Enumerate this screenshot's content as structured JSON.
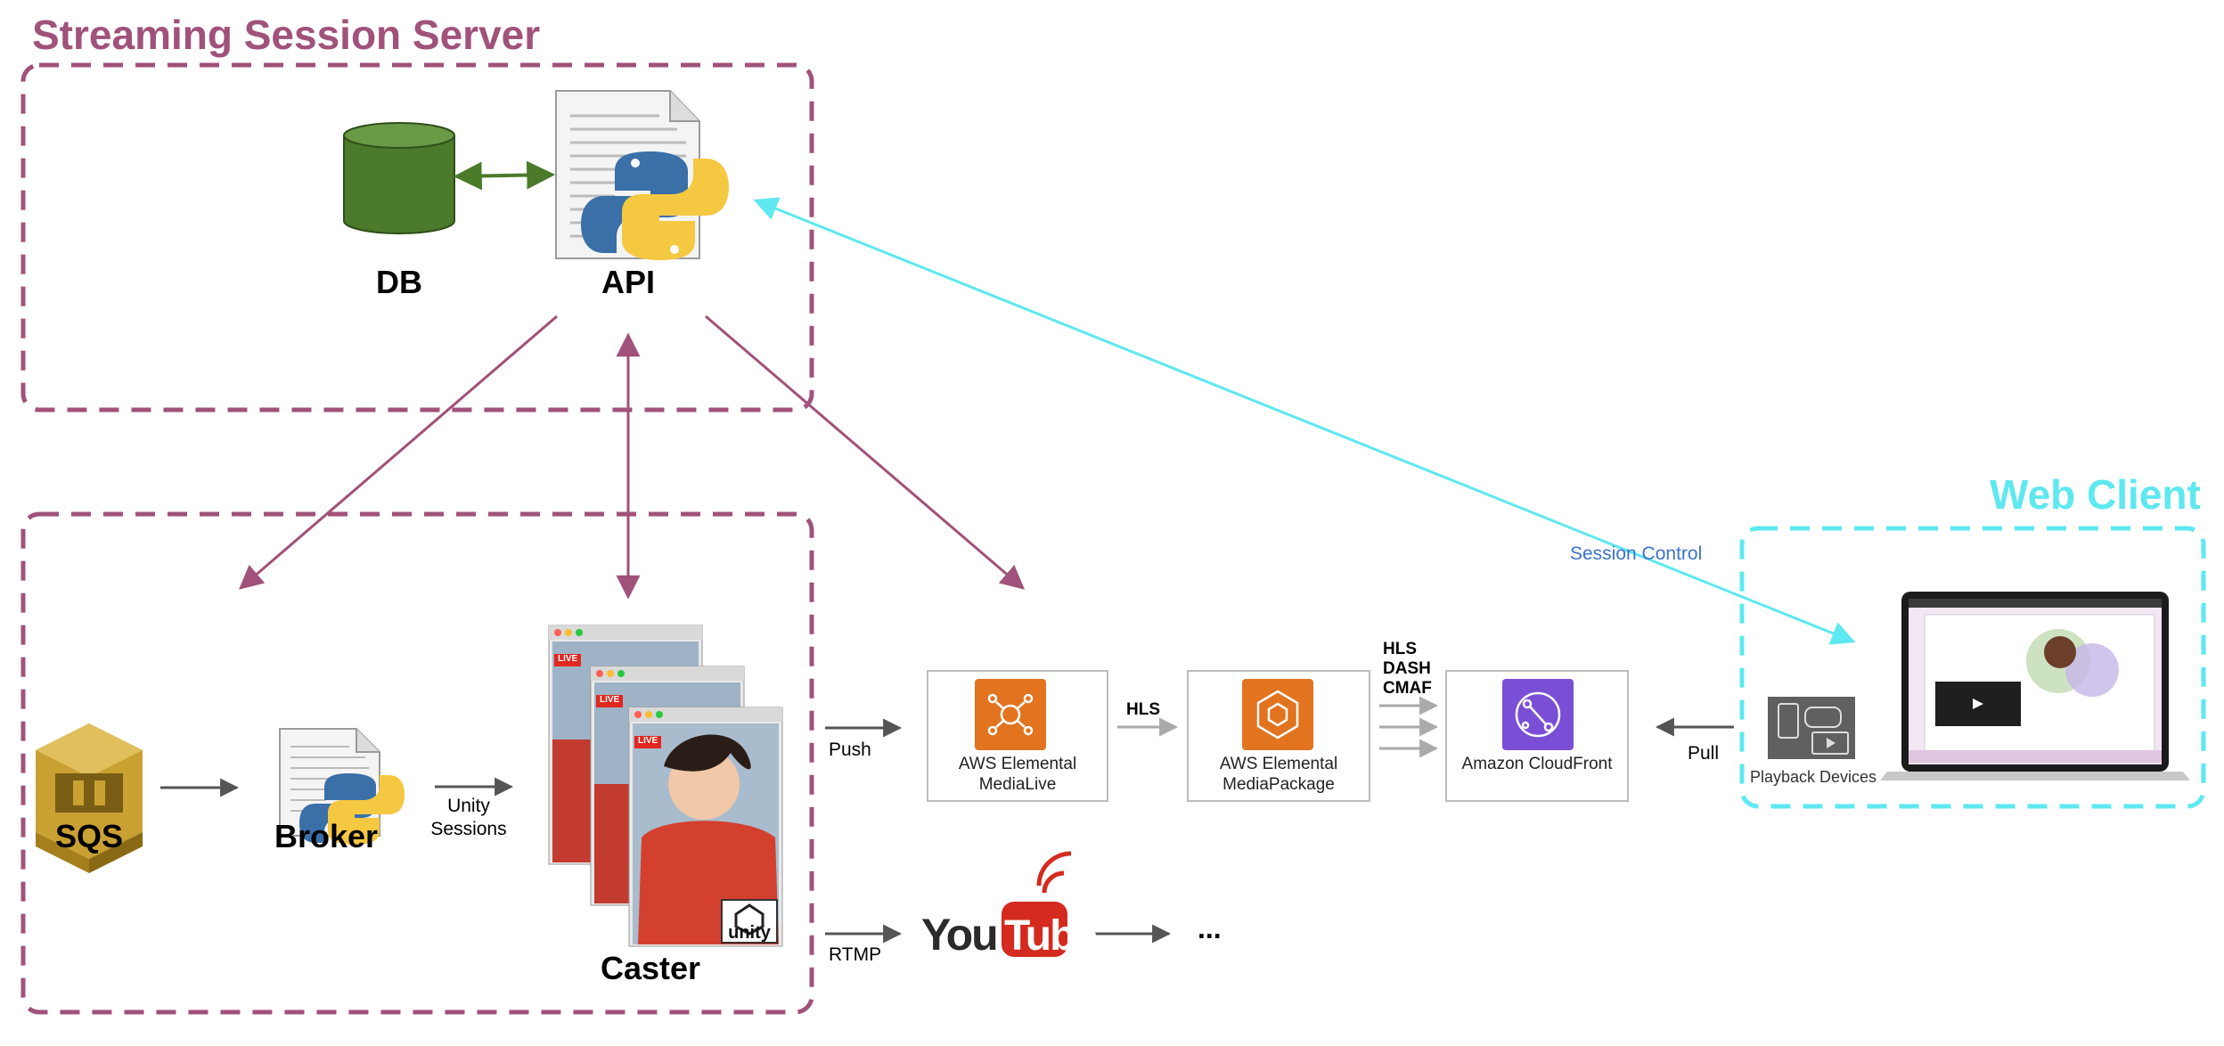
{
  "groups": {
    "server": {
      "title": "Streaming Session Server"
    },
    "web": {
      "title": "Web Client"
    }
  },
  "nodes": {
    "db": "DB",
    "api": "API",
    "sqs": "SQS",
    "broker": "Broker",
    "caster": "Caster",
    "medialive": "AWS Elemental\nMediaLive",
    "mediapackage": "AWS Elemental\nMediaPackage",
    "cloudfront": "Amazon CloudFront",
    "playback": "Playback Devices",
    "youtube": "YouTube",
    "ellipsis": "..."
  },
  "edges": {
    "unity_sessions": "Unity\nSessions",
    "push": "Push",
    "rtmp": "RTMP",
    "hls": "HLS",
    "formats": "HLS\nDASH\nCMAF",
    "pull": "Pull",
    "session_control": "Session Control"
  },
  "badges": {
    "live": "LIVE",
    "unity": "unity"
  },
  "colors": {
    "server": "#a0527a",
    "web": "#5ee8f0",
    "session_control": "#5ee8f0",
    "session_control_label": "#3b73c8",
    "db": "#4a7a2a",
    "aws_orange": "#e2731f",
    "aws_purple": "#7a4fd6",
    "arrow_dark": "#555555"
  }
}
